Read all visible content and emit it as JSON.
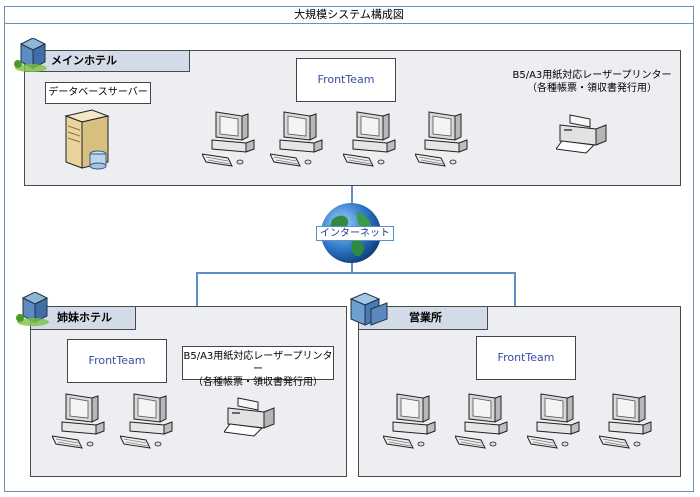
{
  "title": "大規模システム構成図",
  "main_hotel": {
    "label": "メインホテル",
    "db_server": "データベースサーバー",
    "frontteam": "FrontTeam",
    "printer_line1": "B5/A3用紙対応レーザープリンター",
    "printer_line2": "（各種帳票・領収書発行用）"
  },
  "network": {
    "label": "インターネット"
  },
  "sister_hotel": {
    "label": "姉妹ホテル",
    "frontteam": "FrontTeam",
    "printer_line1": "B5/A3用紙対応レーザープリンター",
    "printer_line2": "（各種帳票・領収書発行用）"
  },
  "sales_office": {
    "label": "営業所",
    "frontteam": "FrontTeam"
  },
  "colors": {
    "line": "#5b8fc7",
    "region": "#eceef2",
    "tab": "#d4dbe8"
  },
  "icons": [
    "building-icon",
    "office-building-icon",
    "server-icon",
    "computer-icon",
    "printer-icon",
    "globe-icon"
  ]
}
